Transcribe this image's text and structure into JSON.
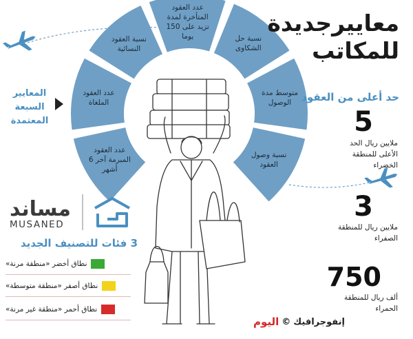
{
  "title": {
    "line1": "معاييرجديدة",
    "line2": "للمكاتب"
  },
  "wheel": {
    "segments": [
      {
        "label": "عدد العقود المتأخرة لمدة تزيد على 150 يوما"
      },
      {
        "label": "نسبة حل الشكاوى"
      },
      {
        "label": "متوسط مدة الوصول"
      },
      {
        "label": "نسبة وصول العقود"
      },
      {
        "label": "عدد العقود المبرمة آخر 6 أشهر"
      },
      {
        "label": "عدد العقود الملغاة"
      },
      {
        "label": "نسبة العقود النسائية"
      }
    ],
    "color": "#6f9fc5"
  },
  "side_note": {
    "line1": "المعايير",
    "line2": "السبعة",
    "line3": "المعتمدة"
  },
  "limits": {
    "heading": "حد أعلى من العقود",
    "items": [
      {
        "value": "5",
        "desc1": "ملايين ريال الحد",
        "desc2": "الأعلى للمنطقة",
        "desc3": "الخضراء"
      },
      {
        "value": "3",
        "desc1": "ملايين ريال للمنطقة",
        "desc2": "الصفراء"
      },
      {
        "value": "750",
        "desc1": "ألف ريال للمنطقة",
        "desc2": "الحمراء"
      }
    ]
  },
  "musaned": {
    "arabic": "مساند",
    "english": "MUSANED"
  },
  "categories": {
    "heading": "3 فئات للتصنيف الجديد",
    "items": [
      {
        "label": "نطاق أخضر «منطقة مرنة»",
        "color": "#3aa935"
      },
      {
        "label": "نطاق أصفر «منطقة متوسطة»",
        "color": "#f2d21b"
      },
      {
        "label": "نطاق أحمر «منطقة غير مرنة»",
        "color": "#d62b2b"
      }
    ]
  },
  "footer": {
    "text": "إنفوجرافيك",
    "copyright": "©",
    "brand": "اليوم"
  },
  "accent": "#4a8fc1"
}
